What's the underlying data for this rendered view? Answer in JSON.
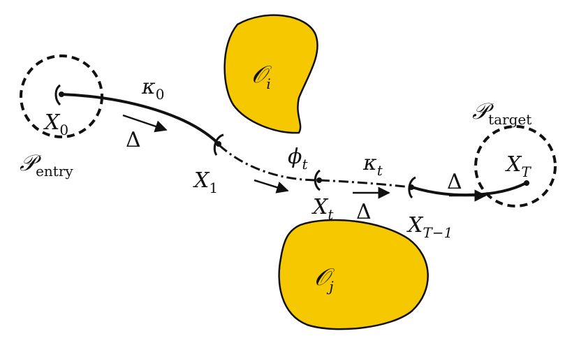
{
  "colors": {
    "obstacle_fill": "#F5C800",
    "ink": "#111111",
    "background": "#FFFFFF"
  },
  "regions": {
    "entry": {
      "symbol": "𝒫",
      "subscript": "entry"
    },
    "target": {
      "symbol": "𝒫",
      "subscript": "target"
    }
  },
  "obstacles": {
    "i": {
      "symbol": "𝒪",
      "subscript": "i"
    },
    "j": {
      "symbol": "𝒪",
      "subscript": "j"
    }
  },
  "nodes": {
    "x0": {
      "symbol": "X",
      "subscript": "0"
    },
    "x1": {
      "symbol": "X",
      "subscript": "1"
    },
    "xt": {
      "symbol": "X",
      "subscript": "t"
    },
    "xtm1": {
      "symbol": "X",
      "subscript": "T−1"
    },
    "xT": {
      "symbol": "X",
      "subscript": "T"
    }
  },
  "curvatures": {
    "k0": {
      "symbol": "κ",
      "subscript": "0"
    },
    "kt": {
      "symbol": "κ",
      "subscript": "t"
    }
  },
  "angle": {
    "symbol": "ϕ",
    "subscript": "t"
  },
  "step": {
    "symbol": "Δ"
  }
}
